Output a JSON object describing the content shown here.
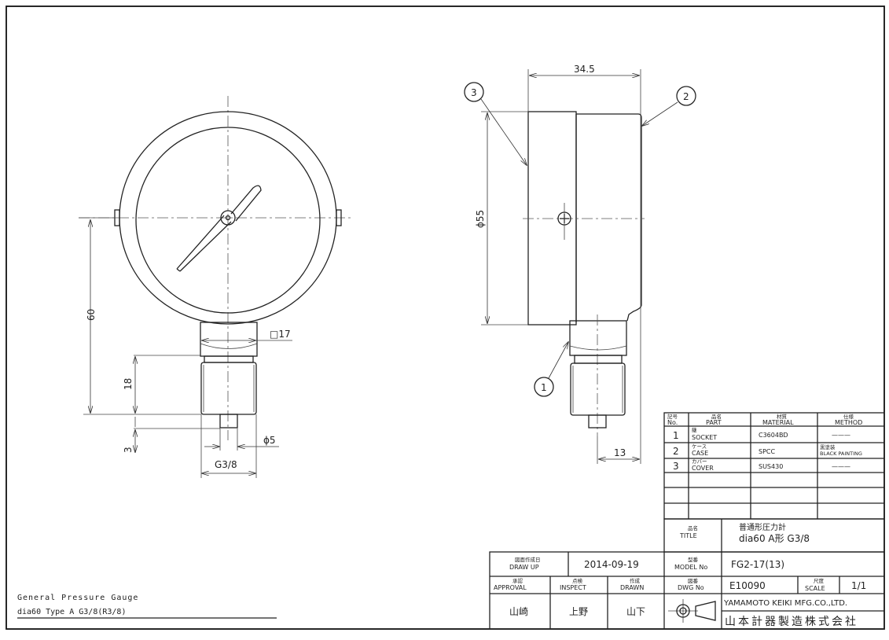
{
  "drawing": {
    "caption_line1": "General Pressure Gauge",
    "caption_line2": "dia60 Type A G3/8(R3/8)",
    "front_view_dims": {
      "height": "60",
      "thread_len": "18",
      "tip_len": "3",
      "socket_sq": "□17",
      "tip_dia": "ϕ5",
      "thread": "G3/8"
    },
    "side_view_dims": {
      "depth": "34.5",
      "dia": "ϕ55",
      "offset": "13"
    },
    "balloons": [
      "1",
      "2",
      "3"
    ]
  },
  "parts_table": {
    "headers": {
      "no_jp": "記号",
      "no": "No.",
      "part_jp": "品名",
      "part": "PART",
      "material_jp": "材質",
      "material": "MATERIAL",
      "method_jp": "仕様",
      "method": "METHOD"
    },
    "rows": [
      {
        "no": "1",
        "part_jp": "継",
        "part": "SOCKET",
        "material": "C3604BD",
        "method": "———",
        "method_jp": ""
      },
      {
        "no": "2",
        "part_jp": "ケース",
        "part": "CASE",
        "material": "SPCC",
        "method_jp": "黒塗装",
        "method": "BLACK PAINTING"
      },
      {
        "no": "3",
        "part_jp": "カバー",
        "part": "COVER",
        "material": "SUS430",
        "method": "———",
        "method_jp": ""
      }
    ]
  },
  "title_block": {
    "title_label_jp": "品名",
    "title_label": "TITLE",
    "title_jp": "普通形圧力計",
    "title": "dia60 A形 G3/8",
    "draw_up_label_jp": "図面作成日",
    "draw_up_label": "DRAW UP",
    "draw_up_date": "2014-09-19",
    "model_label_jp": "型番",
    "model_label": "MODEL No",
    "model_no": "FG2-17(13)",
    "approval_label_jp": "承認",
    "approval_label": "APPROVAL",
    "inspect_label_jp": "点検",
    "inspect_label": "INSPECT",
    "drawn_label_jp": "作成",
    "drawn_label": "DRAWN",
    "dwg_label_jp": "図番",
    "dwg_label": "DWG No",
    "dwg_no": "E10090",
    "scale_label_jp": "尺度",
    "scale_label": "SCALE",
    "scale": "1/1",
    "approval_name": "山崎",
    "inspect_name": "上野",
    "drawn_name": "山下",
    "company_en": "YAMAMOTO KEIKI MFG.CO.,LTD.",
    "company_jp": "山本計器製造株式会社"
  }
}
